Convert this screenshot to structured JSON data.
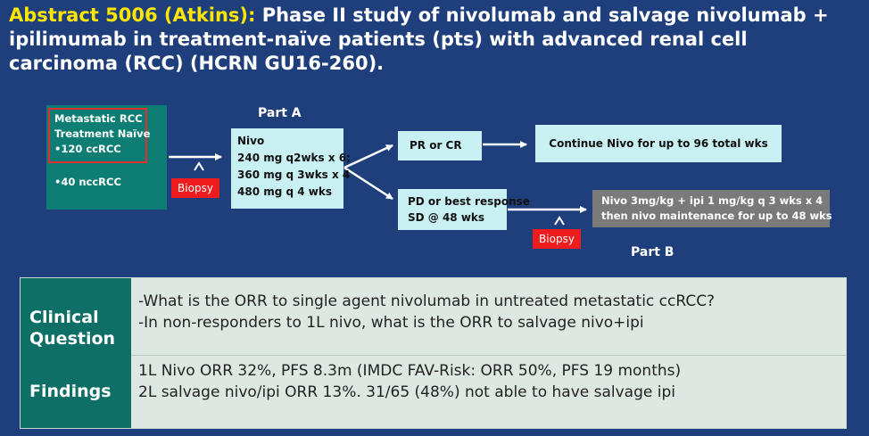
{
  "title": {
    "highlight": "Abstract 5006 (Atkins):",
    "text": "Phase II study of nivolumab and salvage nivolumab + ipilimumab in treatment-naïve patients (pts) with advanced renal cell carcinoma (RCC) (HCRN GU16-260)."
  },
  "diagram": {
    "cohort": {
      "line1": "Metastatic RCC",
      "line2": "Treatment Naïve",
      "line3": "•120 ccRCC",
      "line4": "•40 nccRCC"
    },
    "biopsy_1": "Biopsy",
    "part_a": "Part A",
    "nivo_box": {
      "line1": "Nivo",
      "line2": "240 mg q2wks x 6;",
      "line3": "360 mg q 3wks x 4",
      "line4": "480 mg q 4 wks"
    },
    "pr_cr": "PR or CR",
    "continue": "Continue Nivo for up to 96 total wks",
    "pd": {
      "line1": "PD or best response",
      "line2": "SD @ 48 wks"
    },
    "biopsy_2": "Biopsy",
    "salvage": {
      "line1": "Nivo 3mg/kg + ipi 1 mg/kg q 3 wks x 4",
      "line2": "then nivo maintenance for up to 48 wks"
    },
    "part_b": "Part B"
  },
  "table": {
    "rows": [
      {
        "header_line1": "Clinical",
        "header_line2": "Question",
        "line1": "-What is the ORR to single agent nivolumab in untreated metastatic ccRCC?",
        "line2": "-In non-responders to 1L nivo, what is the ORR to salvage nivo+ipi"
      },
      {
        "header_line1": "Findings",
        "line1": "1L Nivo ORR 32%, PFS 8.3m (IMDC FAV-Risk: ORR 50%, PFS 19 months)",
        "line2": "2L salvage nivo/ipi ORR 13%. 31/65 (48%) not able to have salvage ipi"
      }
    ]
  },
  "colors": {
    "background": "#1f3f7c",
    "title_highlight": "#ffe600",
    "cohort_green": "#0e7e74",
    "cyan_box": "#c9f1f3",
    "biopsy_red": "#ee1c1c",
    "salvage_gray": "#7a7a7a",
    "table_header": "#0e6f66",
    "table_body": "#dde8e3"
  }
}
